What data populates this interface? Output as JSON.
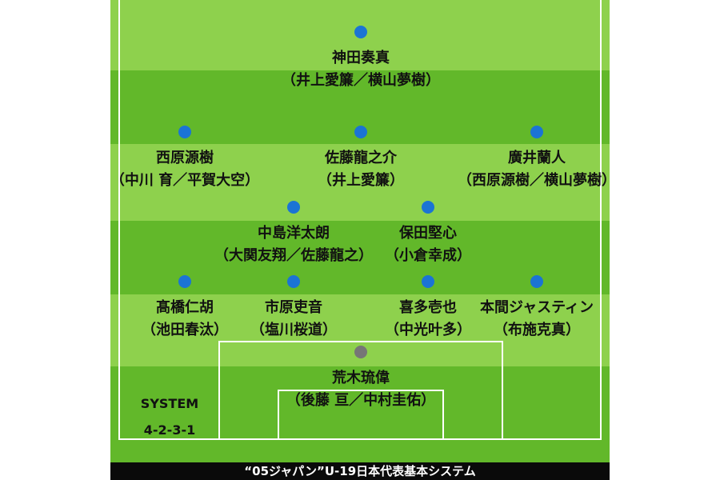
{
  "colors": {
    "pitch_light": "#8ed14d",
    "pitch_dark": "#62b82a",
    "player_dot": "#1b74d4",
    "goalkeeper_dot": "#767676",
    "footer_bg": "#0a0a0a",
    "footer_text": "#ffffff"
  },
  "formation": {
    "system_label": "SYSTEM",
    "system_value": "4-2-3-1"
  },
  "players": {
    "fw": {
      "name": "神田奏真",
      "subs": "（井上愛簾／横山夢樹）"
    },
    "lw": {
      "name": "西原源樹",
      "subs": "（中川 育／平賀大空）"
    },
    "am": {
      "name": "佐藤龍之介",
      "subs": "（井上愛簾）"
    },
    "rw": {
      "name": "廣井蘭人",
      "subs": "（西原源樹／横山夢樹）"
    },
    "dm_left": {
      "name": "中島洋太朗",
      "subs": "（大関友翔／佐藤龍之）"
    },
    "dm_right": {
      "name": "保田堅心",
      "subs": "（小倉幸成）"
    },
    "lb": {
      "name": "髙橋仁胡",
      "subs": "（池田春汰）"
    },
    "cb_left": {
      "name": "市原吏音",
      "subs": "（塩川桜道）"
    },
    "cb_right": {
      "name": "喜多壱也",
      "subs": "（中光叶多）"
    },
    "rb": {
      "name": "本間ジャスティン",
      "subs": "（布施克真）"
    },
    "gk": {
      "name": "荒木琉偉",
      "subs": "（後藤 亘／中村圭佑）"
    }
  },
  "footer": {
    "caption": "“05ジャパン”U-19日本代表基本システム"
  }
}
